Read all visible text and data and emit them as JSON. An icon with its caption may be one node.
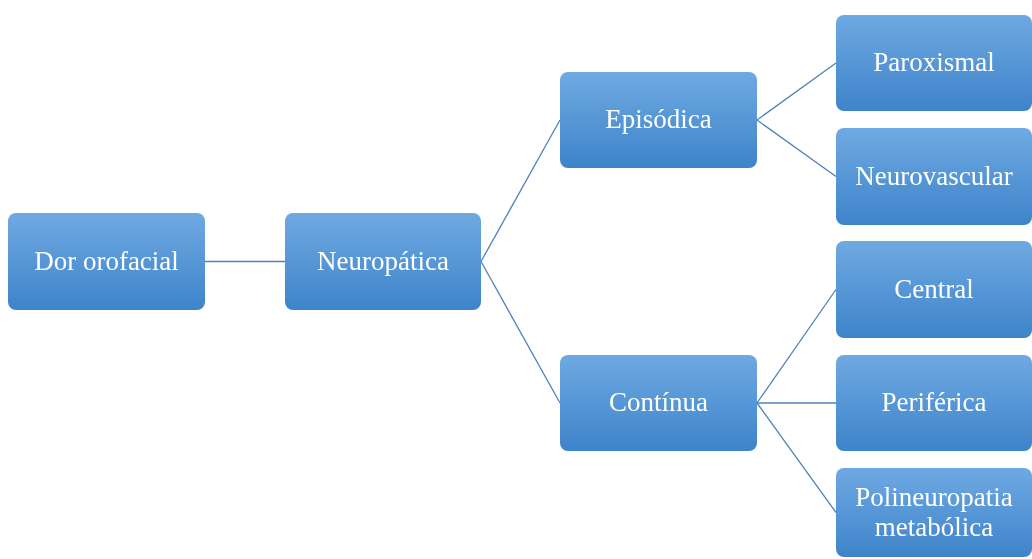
{
  "diagram": {
    "nodes": [
      {
        "text": [
          "Dor orofacial"
        ]
      },
      {
        "text": [
          "Neuropática"
        ]
      },
      {
        "text": [
          "Episódica"
        ]
      },
      {
        "text": [
          "Contínua"
        ]
      },
      {
        "text": [
          "Paroxismal"
        ]
      },
      {
        "text": [
          "Neurovascular"
        ]
      },
      {
        "text": [
          "Central"
        ]
      },
      {
        "text": [
          "Periférica"
        ]
      },
      {
        "text": [
          "Polineuropatia metabólica"
        ]
      }
    ],
    "edges": [
      {
        "from": 0,
        "to": 1,
        "arrow": "none"
      },
      {
        "from": 1,
        "to": 2,
        "arrow": "none"
      },
      {
        "from": 1,
        "to": 3,
        "arrow": "none"
      },
      {
        "from": 2,
        "to": 4,
        "arrow": "none"
      },
      {
        "from": 2,
        "to": 5,
        "arrow": "none"
      },
      {
        "from": 3,
        "to": 6,
        "arrow": "none"
      },
      {
        "from": 3,
        "to": 7,
        "arrow": "none"
      },
      {
        "from": 3,
        "to": 8,
        "arrow": "none"
      }
    ]
  }
}
